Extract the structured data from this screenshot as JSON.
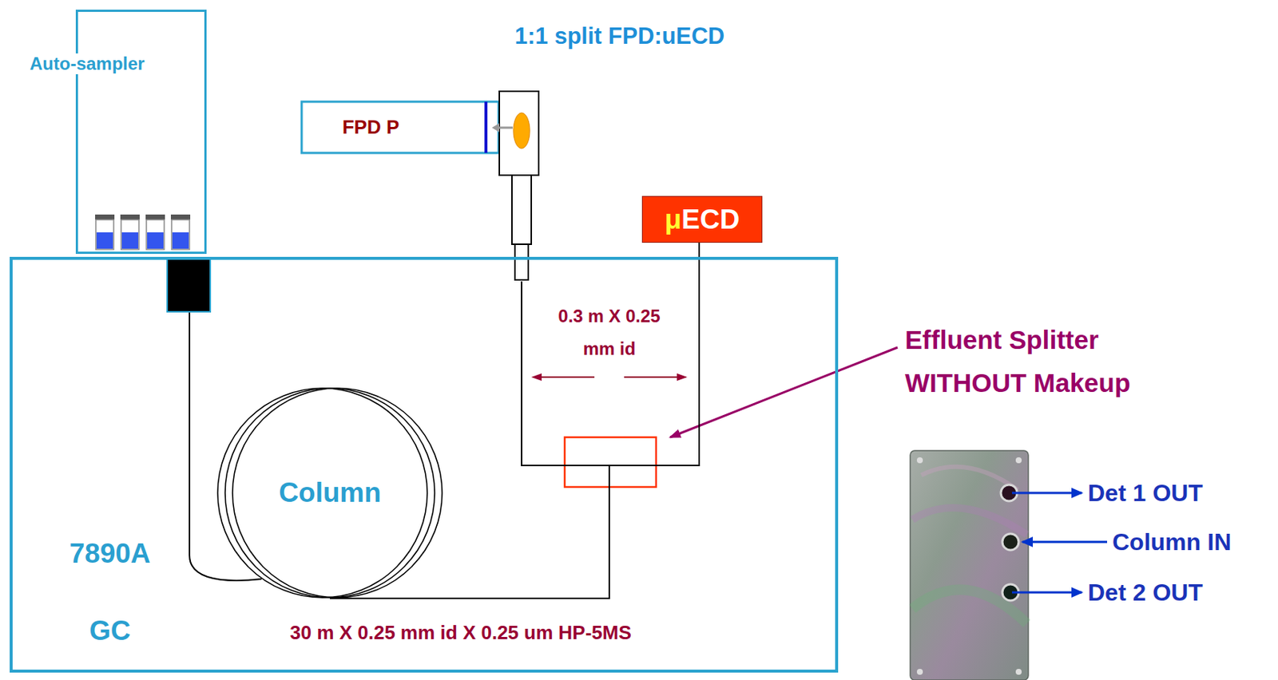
{
  "diagram": {
    "title": "1:1 split FPD:uECD",
    "nodes": [
      {
        "text": [
          "Auto-sampler"
        ]
      },
      {
        "text": [
          "FPD P"
        ]
      },
      {
        "text": [
          "μECD"
        ]
      },
      {
        "text": [
          "7890A GC"
        ]
      },
      {
        "text": [
          "Column"
        ],
        "in": 3
      }
    ],
    "edges": [
      {
        "from": 4,
        "to": 1,
        "arrow": "none"
      },
      {
        "from": 4,
        "to": 2,
        "arrow": "none"
      }
    ],
    "labels": [
      "0.3 m X 0.25 mm id",
      "30 m X 0.25 mm id X 0.25 um HP-5MS",
      "Effluent Splitter WITHOUT Makeup",
      "Det 1 OUT",
      "Column IN",
      "Det 2 OUT"
    ]
  }
}
